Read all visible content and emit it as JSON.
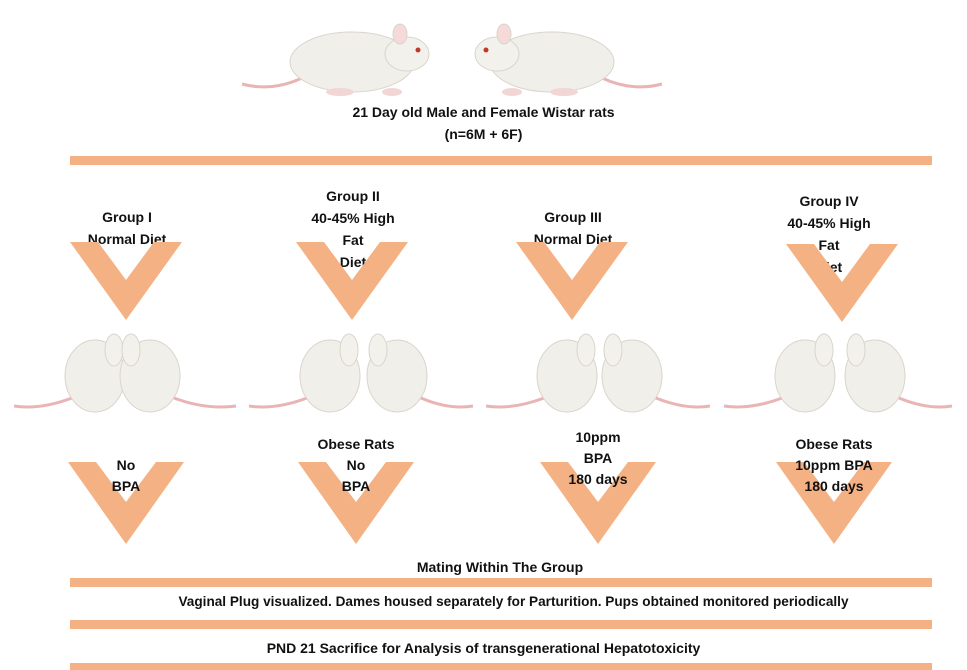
{
  "header": {
    "title_line1": "21 Day old Male and Female Wistar rats",
    "title_line2": "(n=6M + 6F)"
  },
  "groups": [
    {
      "label_lines": [
        "Group I",
        "Normal Diet"
      ],
      "treatment_lines": [
        "No",
        "BPA"
      ]
    },
    {
      "label_lines": [
        "Group II",
        "40-45% High",
        "Fat",
        "Diet"
      ],
      "treatment_lines": [
        "Obese Rats",
        "No",
        "BPA"
      ]
    },
    {
      "label_lines": [
        "Group III",
        "Normal Diet"
      ],
      "treatment_lines": [
        "10ppm",
        "BPA",
        "180 days"
      ]
    },
    {
      "label_lines": [
        "Group IV",
        "40-45% High",
        "Fat",
        "Diet"
      ],
      "treatment_lines": [
        "Obese Rats",
        "10ppm BPA",
        "180 days"
      ]
    }
  ],
  "steps": {
    "mating": "Mating Within The Group",
    "housing": "Vaginal Plug visualized.  Dames housed separately for Parturition.  Pups obtained monitored periodically",
    "sacrifice": "PND 21 Sacrifice for Analysis of transgenerational Hepatotoxicity"
  },
  "colors": {
    "accent": "#f4b183",
    "rat_fur": "#f1efe9",
    "rat_tail": "#e9b4b4"
  }
}
